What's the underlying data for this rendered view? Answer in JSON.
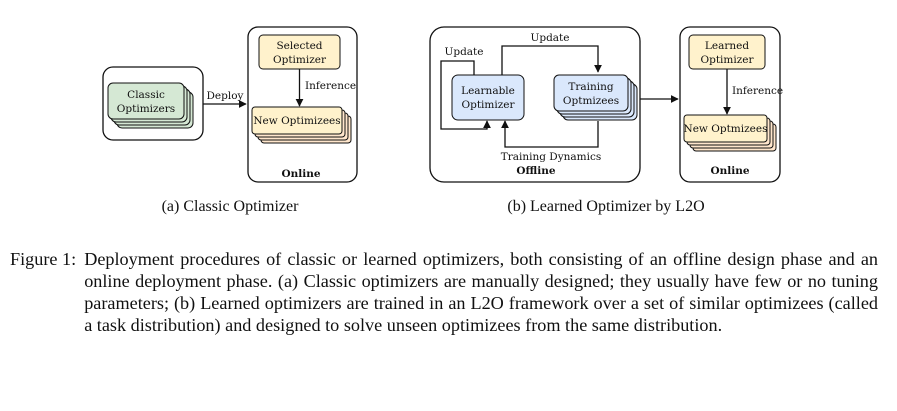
{
  "figure": {
    "a": {
      "classic_optimizers": [
        "Classic",
        "Optimizers"
      ],
      "deploy": "Deploy",
      "selected_optimizer": [
        "Selected",
        "Optimizer"
      ],
      "inference": "Inference",
      "new_optimizees": "New Optimizees",
      "online": "Online",
      "subcaption": "(a)  Classic Optimizer"
    },
    "b": {
      "update_left": "Update",
      "update_top": "Update",
      "learnable_optimizer": [
        "Learnable",
        "Optimizer"
      ],
      "training_optimizees": [
        "Training",
        "Optmizees"
      ],
      "training_dynamics": "Training Dynamics",
      "offline": "Offline",
      "learned_optimizer": [
        "Learned",
        "Optimizer"
      ],
      "inference": "Inference",
      "new_optimizees": "New Optmizees",
      "online": "Online",
      "subcaption": "(b)  Learned Optimizer by L2O"
    }
  },
  "caption": {
    "number": "Figure 1:",
    "text": "Deployment procedures of classic or learned optimizers, both consisting of an offline design phase and an online deployment phase. (a) Classic optimizers are manually designed; they usually have few or no tuning parameters; (b) Learned optimizers are trained in an L2O framework over a set of similar optimizees (called a task distribution) and designed to solve unseen optimizees from the same distribution."
  },
  "colors": {
    "green_fill": "#d5e8d4",
    "yellow_fill": "#fff2cc",
    "orange_fill": "#ffe6cc",
    "blue_fill": "#dae8fc"
  }
}
